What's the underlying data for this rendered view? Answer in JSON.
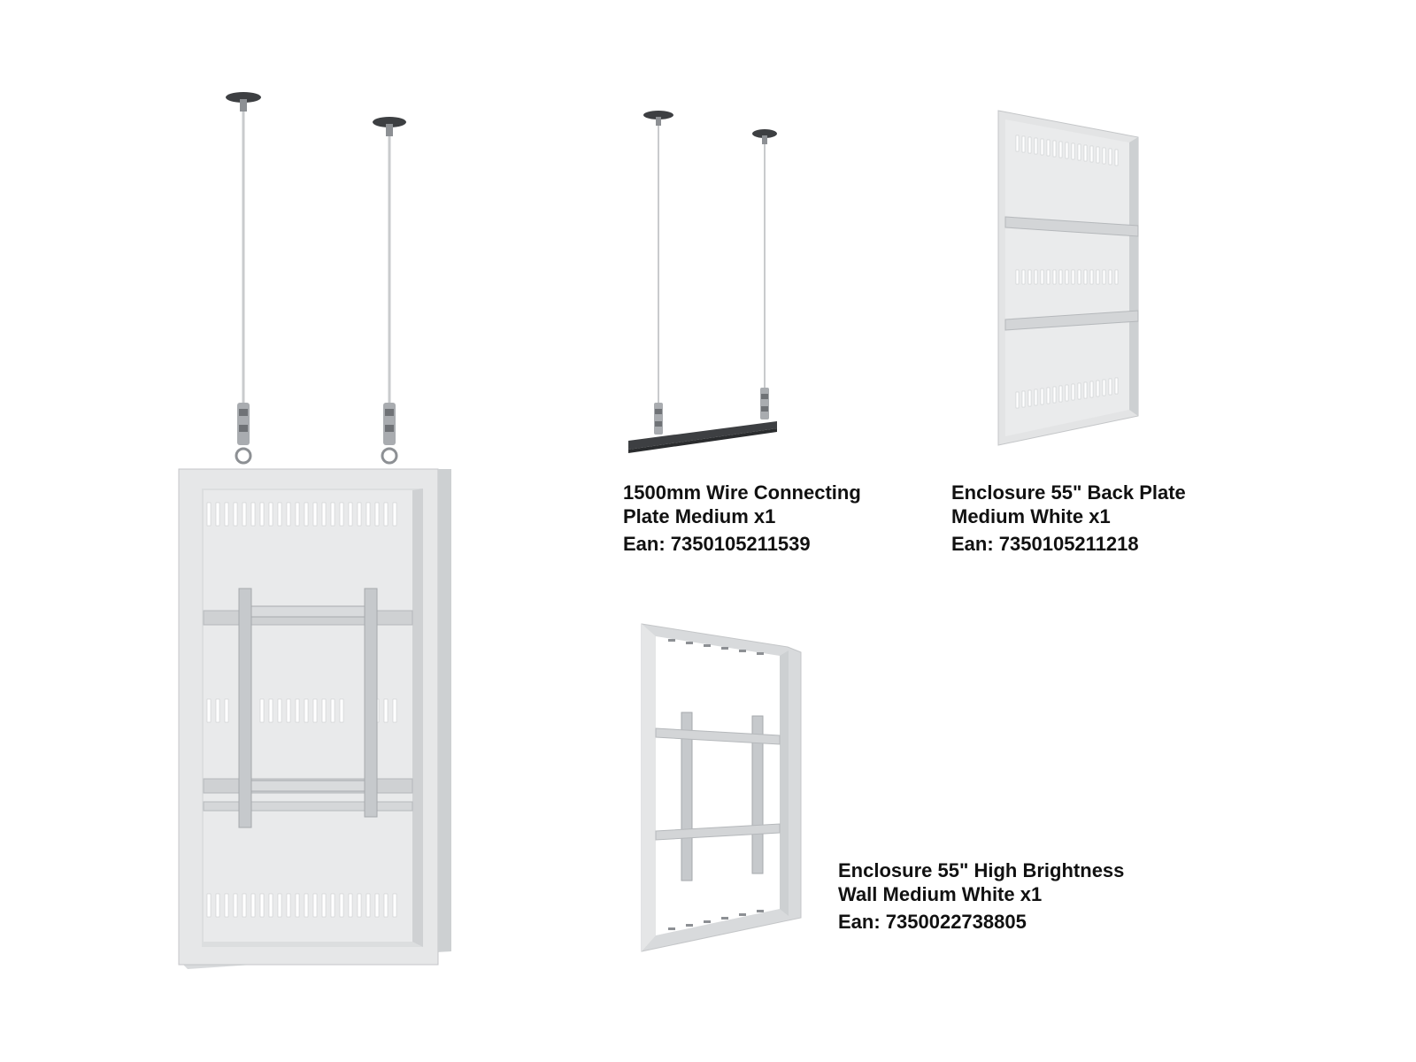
{
  "products": [
    {
      "id": "wire-connecting-plate",
      "name_line1": "1500mm Wire Connecting",
      "name_line2": "Plate Medium x1",
      "ean": "Ean: 7350105211539"
    },
    {
      "id": "back-plate",
      "name_line1": "Enclosure 55\" Back Plate",
      "name_line2": "Medium White x1",
      "ean": "Ean: 7350105211218"
    },
    {
      "id": "high-brightness-wall",
      "name_line1": "Enclosure 55\" High Brightness",
      "name_line2": "Wall Medium White x1",
      "ean": "Ean: 7350022738805"
    }
  ],
  "colors": {
    "background": "#ffffff",
    "panel_light": "#e4e5e6",
    "panel_mid": "#d2d4d6",
    "panel_dark": "#b9bcbf",
    "wire": "#c9cbcd",
    "dark_metal": "#3d3f42",
    "caption_text": "#111111"
  }
}
